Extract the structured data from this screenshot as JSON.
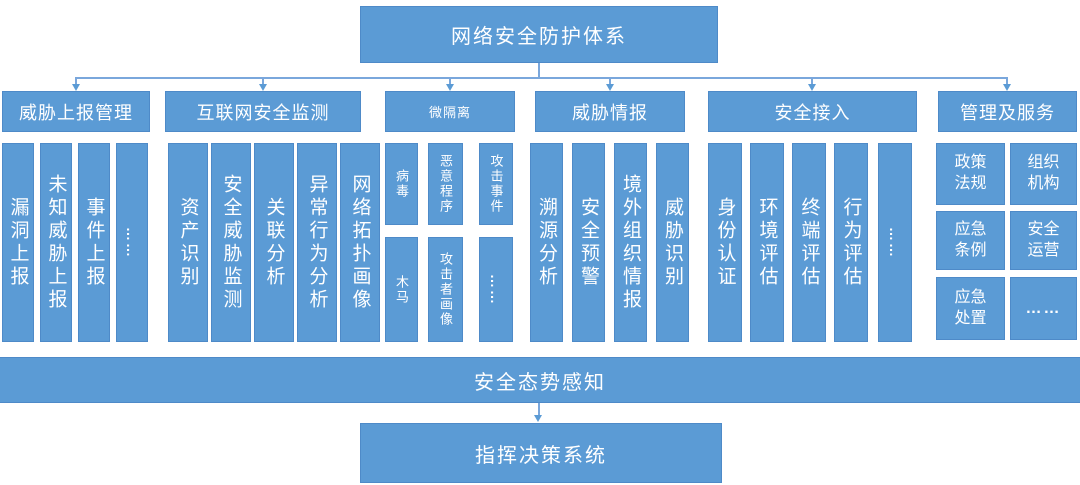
{
  "root": {
    "label": "网络安全防护体系"
  },
  "groups": [
    {
      "header": "威胁上报管理",
      "items": [
        "漏洞上报",
        "未知威胁上报",
        "事件上报",
        "……"
      ]
    },
    {
      "header": "互联网安全监测",
      "items": [
        "资产识别",
        "安全威胁监测",
        "关联分析",
        "异常行为分析",
        "网络拓扑画像"
      ]
    },
    {
      "header": "微隔离",
      "columns": [
        [
          "病毒",
          "木马"
        ],
        [
          "恶意程序",
          "攻击者画像"
        ],
        [
          "攻击事件",
          "……"
        ]
      ]
    },
    {
      "header": "威胁情报",
      "items": [
        "溯源分析",
        "安全预警",
        "境外组织情报",
        "威胁识别"
      ]
    },
    {
      "header": "安全接入",
      "items": [
        "身份认证",
        "环境评估",
        "终端评估",
        "行为评估",
        "……"
      ]
    },
    {
      "header": "管理及服务",
      "rows": [
        [
          "政策法规",
          "组织机构"
        ],
        [
          "应急条例",
          "安全运营"
        ],
        [
          "应急处置",
          "……"
        ]
      ]
    }
  ],
  "footer": {
    "situation": "安全态势感知",
    "command": "指挥决策系统"
  },
  "colors": {
    "box_fill": "#5b9bd5",
    "box_border": "#4e8ac8",
    "connector": "#7aa7dc",
    "arrow": "#5b9bd5",
    "text": "#ffffff",
    "background": "#ffffff"
  }
}
